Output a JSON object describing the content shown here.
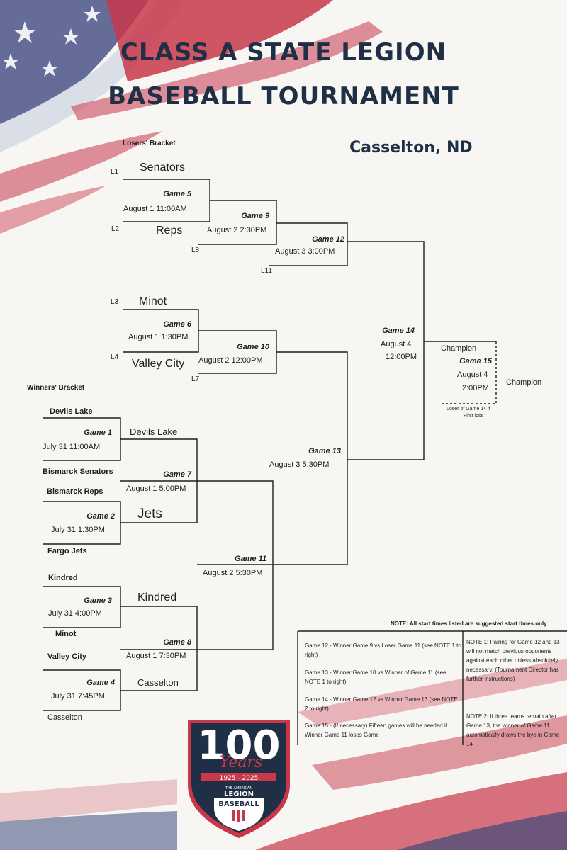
{
  "title": {
    "line1": "CLASS A STATE LEGION",
    "line2": "BASEBALL TOURNAMENT"
  },
  "location": "Casselton, ND",
  "losers_bracket_label": "Losers' Bracket",
  "winners_bracket_label": "Winners' Bracket",
  "loser_codes": [
    "L1",
    "L2",
    "L8",
    "L11",
    "L3",
    "L4",
    "L7"
  ],
  "handwritten": {
    "senators": "Senators",
    "reps": "Reps",
    "minot": "Minot",
    "valley_city": "Valley City",
    "devils_lake": "Devils Lake",
    "jets": "Jets",
    "kindred": "Kindred",
    "casselton": "Casselton"
  },
  "teams": {
    "devils_lake": "Devils Lake",
    "bismarck_senators": "Bismarck Senators",
    "bismarck_reps": "Bismarck Reps",
    "fargo_jets": "Fargo Jets",
    "kindred": "Kindred",
    "minot": "Minot",
    "valley_city": "Valley City",
    "casselton": "Casselton"
  },
  "games": {
    "g1": {
      "label": "Game 1",
      "date": "July 31   11:00AM"
    },
    "g2": {
      "label": "Game 2",
      "date": "July 31   1:30PM"
    },
    "g3": {
      "label": "Game 3",
      "date": "July 31   4:00PM"
    },
    "g4": {
      "label": "Game 4",
      "date": "July 31   7:45PM"
    },
    "g5": {
      "label": "Game 5",
      "date": "August 1 11:00AM"
    },
    "g6": {
      "label": "Game 6",
      "date": "August 1 1:30PM"
    },
    "g7": {
      "label": "Game 7",
      "date": "August 1 5:00PM"
    },
    "g8": {
      "label": "Game 8",
      "date": "August 1 7:30PM"
    },
    "g9": {
      "label": "Game 9",
      "date": "August 2  2:30PM"
    },
    "g10": {
      "label": "Game 10",
      "date": "August 2  12:00PM"
    },
    "g11": {
      "label": "Game 11",
      "date": "August 2  5:30PM"
    },
    "g12": {
      "label": "Game 12",
      "date": "August 3   3:00PM"
    },
    "g13": {
      "label": "Game 13",
      "date": "August 3 5:30PM"
    },
    "g14": {
      "label": "Game 14",
      "date1": "August 4",
      "date2": "12:00PM"
    },
    "g15": {
      "label": "Game 15",
      "date1": "August 4",
      "date2": "2:00PM"
    }
  },
  "champion_label": "Champion",
  "loser_g14_note": {
    "line1": "Loser of Game 14 if",
    "line2": "First loss"
  },
  "notes": {
    "header": "NOTE: All start times listed are suggested start times only",
    "left": [
      "Game 12 - Winner Game 9 vs Loser Game 11 (see NOTE 1 to right)",
      "Game 13 - Winner Game 10 vs Winner of Game 11 (see NOTE 1 to right)",
      "Game 14 - Winner Game 12 vs Winner Game 13 (see NOTE 2 to right)",
      "Game 15 - (If necessary) Fifteen games will be needed if Winner Game 11 loses Game"
    ],
    "right": [
      "NOTE 1: Pairing for Game 12 and 13 will not match previous opponents against each other unless absolutely necessary. (Tournament Director has further instructions)",
      "NOTE 2: If three teams remain after Game 13, the winner of Game 11 automatically draws the bye in Game 14"
    ]
  },
  "logo": {
    "number": "100",
    "script": "Years",
    "years": "1925 - 2025",
    "org_small": "THE AMERICAN",
    "org": "LEGION",
    "sport": "BASEBALL"
  },
  "colors": {
    "navy": "#1f3046",
    "red": "#c8374a",
    "flag_blue": "#3e4a7a"
  }
}
